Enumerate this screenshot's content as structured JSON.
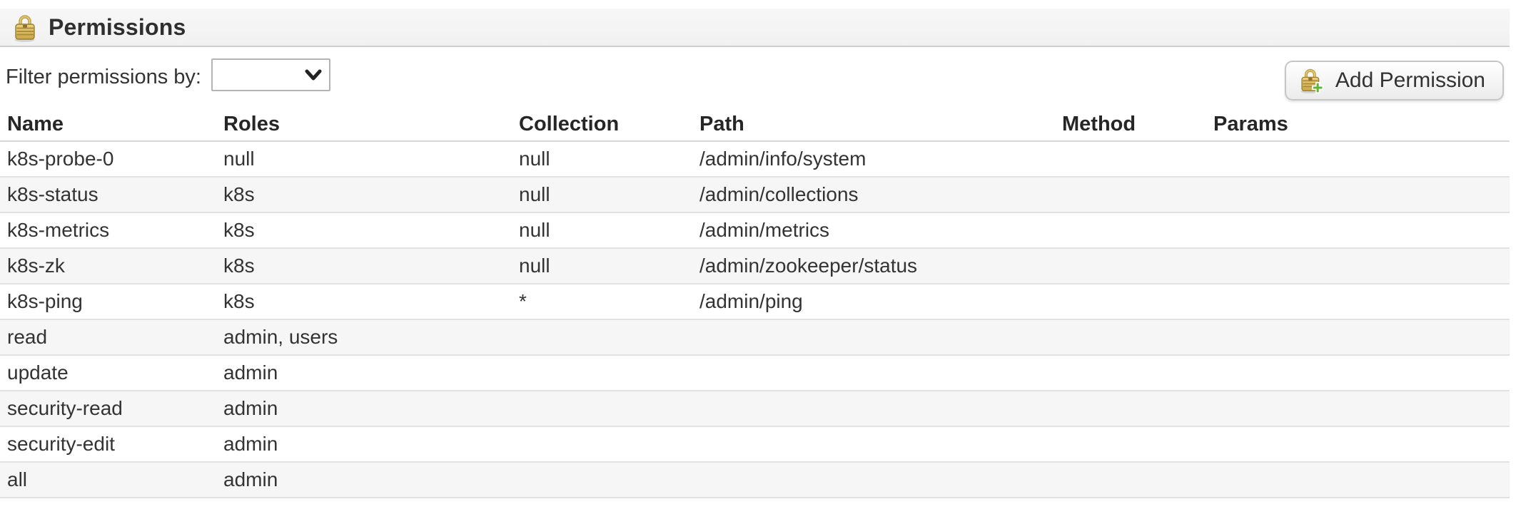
{
  "panel": {
    "title": "Permissions",
    "icon": "lock-icon"
  },
  "toolbar": {
    "filter_label": "Filter permissions by:",
    "filter_selected_value": "",
    "add_permission_label": "Add Permission",
    "add_permission_icon": "lock-plus-icon"
  },
  "table": {
    "columns": [
      "Name",
      "Roles",
      "Collection",
      "Path",
      "Method",
      "Params"
    ],
    "rows": [
      {
        "name": "k8s-probe-0",
        "roles": "null",
        "collection": "null",
        "path": "/admin/info/system",
        "method": "",
        "params": ""
      },
      {
        "name": "k8s-status",
        "roles": "k8s",
        "collection": "null",
        "path": "/admin/collections",
        "method": "",
        "params": ""
      },
      {
        "name": "k8s-metrics",
        "roles": "k8s",
        "collection": "null",
        "path": "/admin/metrics",
        "method": "",
        "params": ""
      },
      {
        "name": "k8s-zk",
        "roles": "k8s",
        "collection": "null",
        "path": "/admin/zookeeper/status",
        "method": "",
        "params": ""
      },
      {
        "name": "k8s-ping",
        "roles": "k8s",
        "collection": "*",
        "path": "/admin/ping",
        "method": "",
        "params": ""
      },
      {
        "name": "read",
        "roles": "admin, users",
        "collection": "",
        "path": "",
        "method": "",
        "params": ""
      },
      {
        "name": "update",
        "roles": "admin",
        "collection": "",
        "path": "",
        "method": "",
        "params": ""
      },
      {
        "name": "security-read",
        "roles": "admin",
        "collection": "",
        "path": "",
        "method": "",
        "params": ""
      },
      {
        "name": "security-edit",
        "roles": "admin",
        "collection": "",
        "path": "",
        "method": "",
        "params": ""
      },
      {
        "name": "all",
        "roles": "admin",
        "collection": "",
        "path": "",
        "method": "",
        "params": ""
      }
    ]
  },
  "colors": {
    "header_bar_bg": "#f4f4f4",
    "row_stripe": "#f6f6f6",
    "row_border": "#e2e2e2",
    "bar_border": "#cdcdcd",
    "text": "#333333",
    "lock_gold": "#d9b75a",
    "lock_gold_dark": "#a8883a",
    "plus_green": "#5cb733",
    "button_border": "#c6c6c6"
  }
}
